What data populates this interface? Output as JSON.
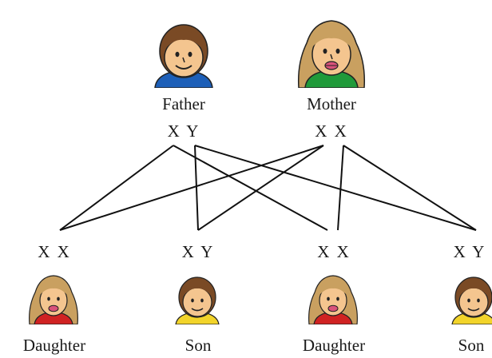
{
  "parents": {
    "father": {
      "label": "Father",
      "genotype": "X Y"
    },
    "mother": {
      "label": "Mother",
      "genotype": "X X"
    }
  },
  "children": [
    {
      "label": "Daughter",
      "genotype": "X X"
    },
    {
      "label": "Son",
      "genotype": "X Y"
    },
    {
      "label": "Daughter",
      "genotype": "X X"
    },
    {
      "label": "Son",
      "genotype": "X Y"
    }
  ],
  "colors": {
    "skin": "#f4c58f",
    "male_hair": "#7a4a25",
    "female_hair": "#c9a060",
    "father_shirt": "#1d5fb8",
    "mother_shirt": "#1f9a3a",
    "daughter_shirt": "#d02222",
    "son_shirt": "#f2d42a",
    "line": "#111111"
  }
}
